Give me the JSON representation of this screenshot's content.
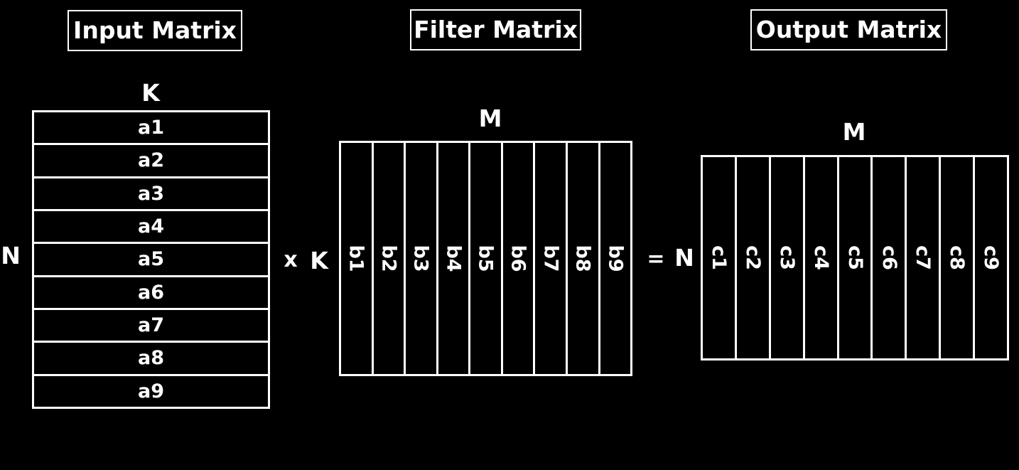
{
  "input": {
    "title": "Input Matrix",
    "col_label": "K",
    "row_label": "N",
    "rows": [
      "a1",
      "a2",
      "a3",
      "a4",
      "a5",
      "a6",
      "a7",
      "a8",
      "a9"
    ]
  },
  "operator_multiply": "x",
  "filter": {
    "title": "Filter Matrix",
    "col_label": "M",
    "row_label": "K",
    "cols": [
      "b1",
      "b2",
      "b3",
      "b4",
      "b5",
      "b6",
      "b7",
      "b8",
      "b9"
    ]
  },
  "operator_equals": "=",
  "output": {
    "title": "Output Matrix",
    "col_label": "M",
    "row_label": "N",
    "cols": [
      "c1",
      "c2",
      "c3",
      "c4",
      "c5",
      "c6",
      "c7",
      "c8",
      "c9"
    ]
  },
  "colors": {
    "background": "#000000",
    "foreground": "#ffffff"
  }
}
